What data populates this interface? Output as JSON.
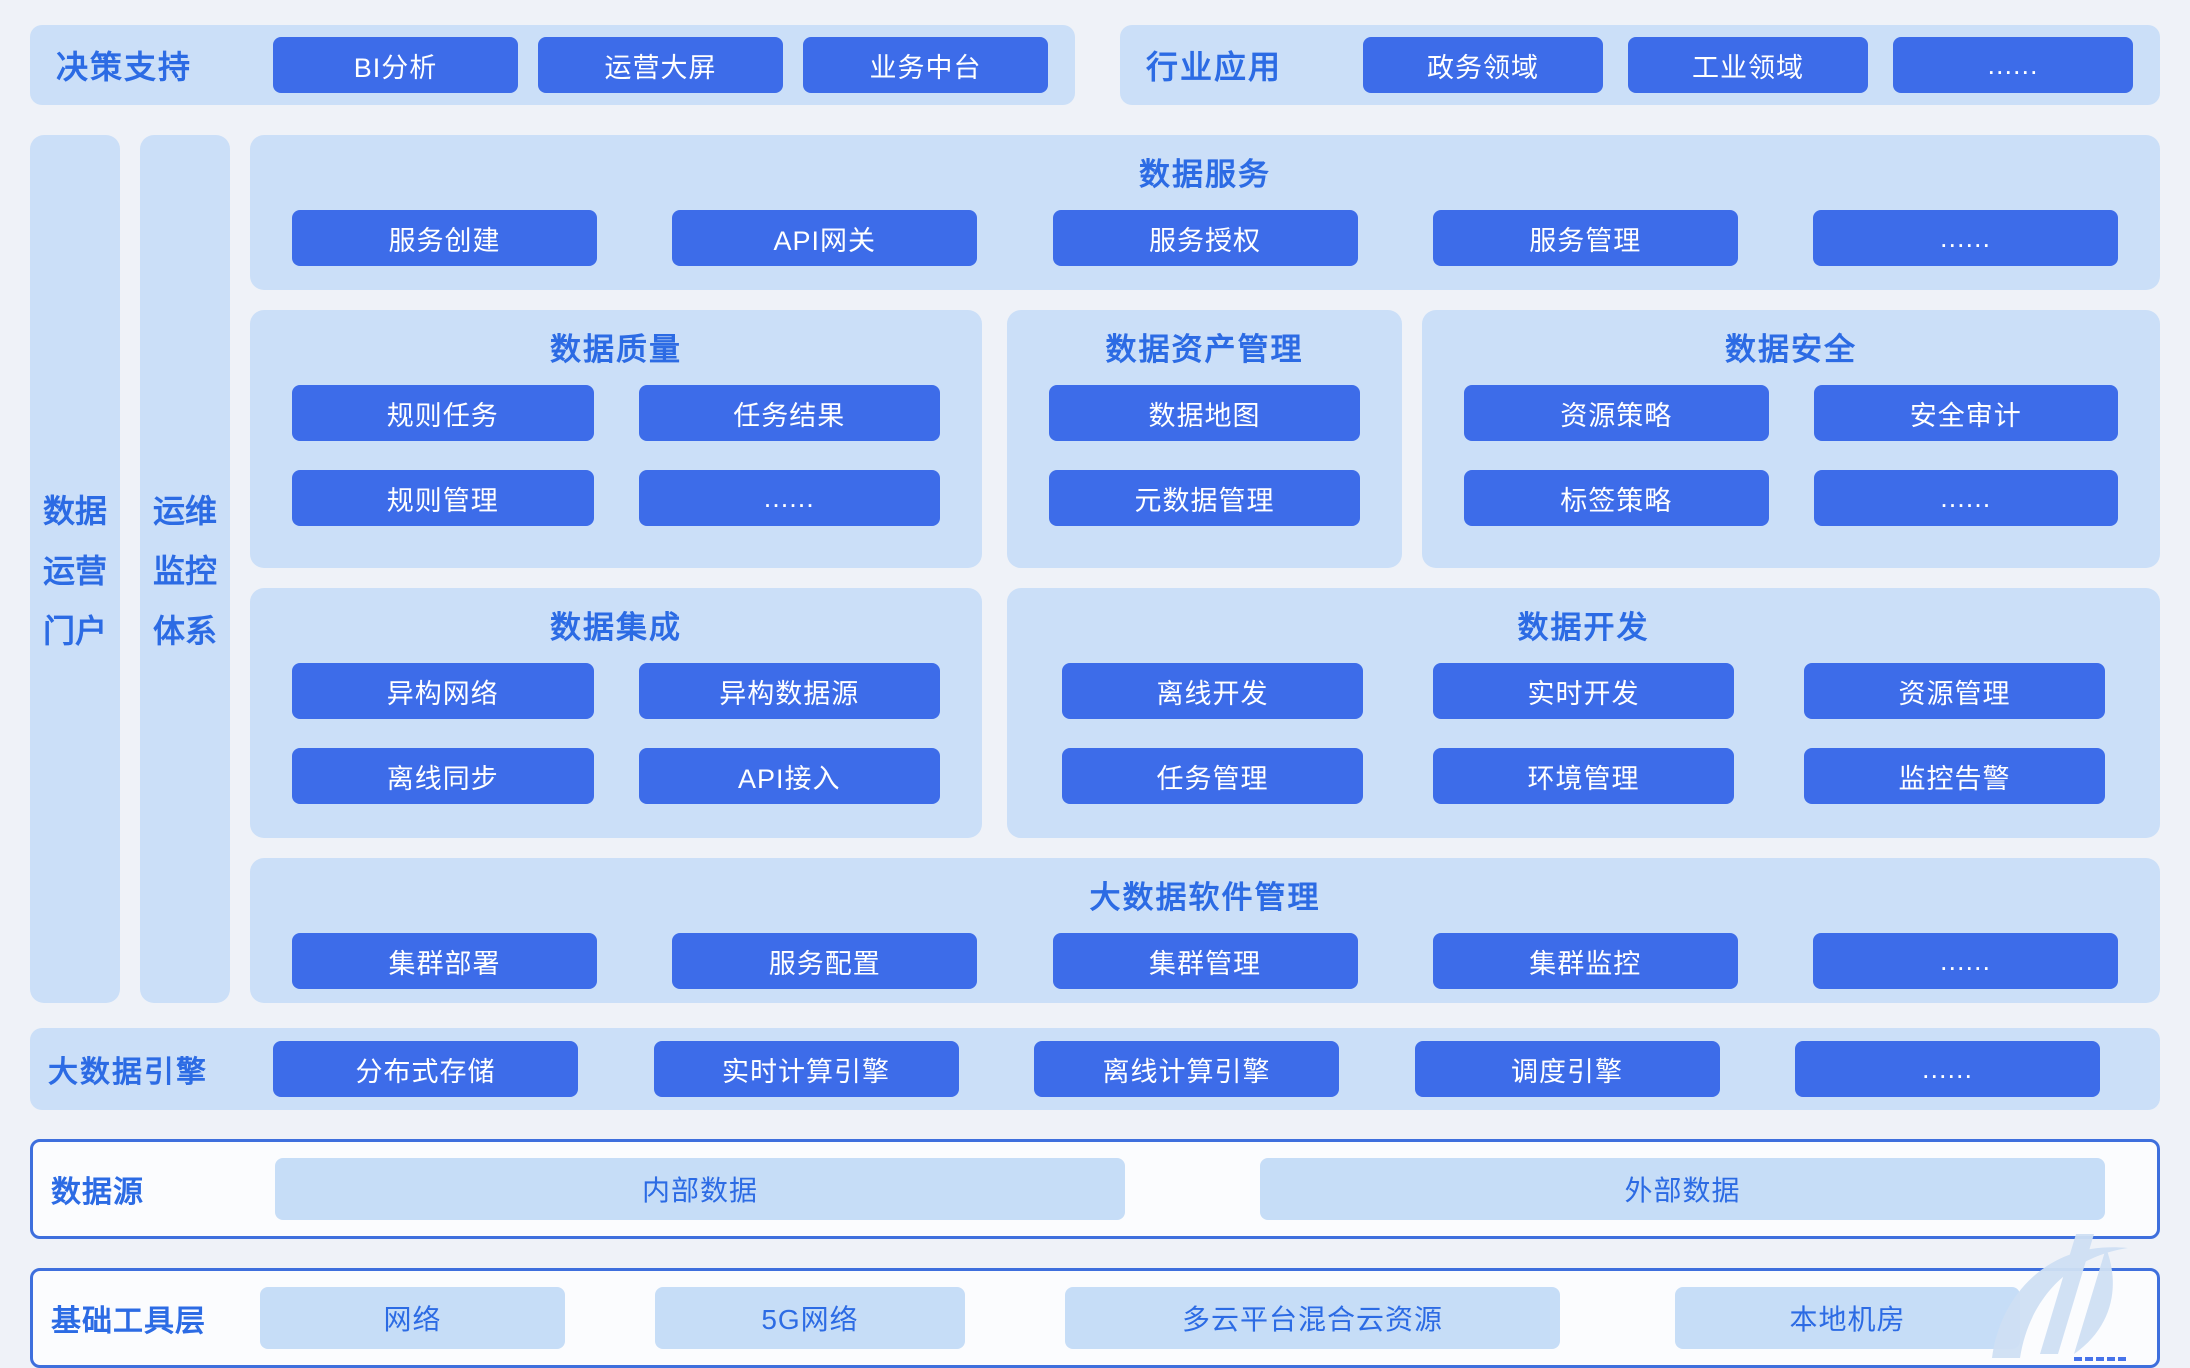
{
  "colors": {
    "accent": "#3d6ce9",
    "panel_light_blue": "#cbdff8",
    "label_blue": "#2c6be4",
    "outline_border": "#3e6fdd",
    "light_button": "#c6ddf7",
    "page_background": "#eff2f8"
  },
  "top": {
    "decision": {
      "label": "决策支持",
      "buttons": [
        "BI分析",
        "运营大屏",
        "业务中台"
      ]
    },
    "industry": {
      "label": "行业应用",
      "buttons": [
        "政务领域",
        "工业领域",
        "......"
      ]
    }
  },
  "side": {
    "portal": {
      "lines": [
        "数据",
        "运营",
        "门户"
      ]
    },
    "ops": {
      "lines": [
        "运维",
        "监控",
        "体系"
      ]
    }
  },
  "sections": {
    "data_service": {
      "title": "数据服务",
      "buttons": [
        "服务创建",
        "API网关",
        "服务授权",
        "服务管理",
        "......"
      ]
    },
    "data_quality": {
      "title": "数据质量",
      "buttons": [
        "规则任务",
        "任务结果",
        "规则管理",
        "......"
      ]
    },
    "data_asset": {
      "title": "数据资产管理",
      "buttons": [
        "数据地图",
        "元数据管理"
      ]
    },
    "data_security": {
      "title": "数据安全",
      "buttons": [
        "资源策略",
        "安全审计",
        "标签策略",
        "......"
      ]
    },
    "data_integration": {
      "title": "数据集成",
      "buttons": [
        "异构网络",
        "异构数据源",
        "离线同步",
        "API接入"
      ]
    },
    "data_dev": {
      "title": "数据开发",
      "buttons": [
        "离线开发",
        "实时开发",
        "资源管理",
        "任务管理",
        "环境管理",
        "监控告警"
      ]
    },
    "bigdata_software": {
      "title": "大数据软件管理",
      "buttons": [
        "集群部署",
        "服务配置",
        "集群管理",
        "集群监控",
        "......"
      ]
    }
  },
  "engine": {
    "label": "大数据引擎",
    "buttons": [
      "分布式存储",
      "实时计算引擎",
      "离线计算引擎",
      "调度引擎",
      "......"
    ]
  },
  "datasource": {
    "label": "数据源",
    "buttons": [
      "内部数据",
      "外部数据"
    ]
  },
  "infra": {
    "label": "基础工具层",
    "buttons": [
      "网络",
      "5G网络",
      "多云平台混合云资源",
      "本地机房"
    ]
  }
}
